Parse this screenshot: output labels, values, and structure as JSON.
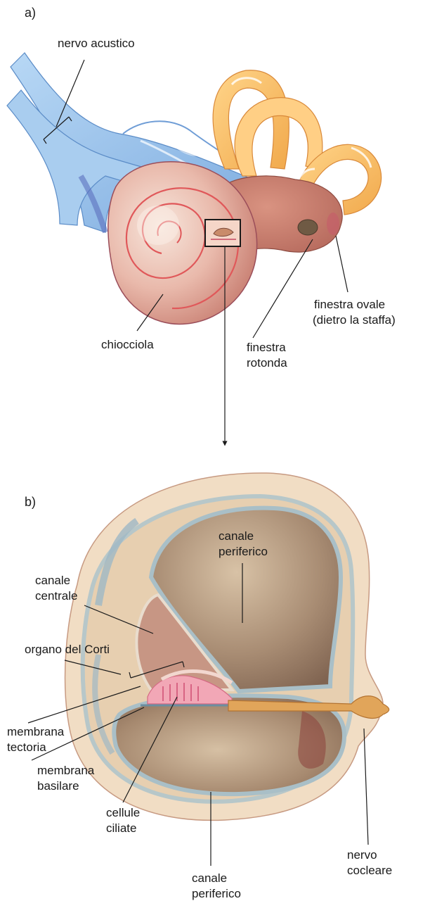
{
  "panel_a": {
    "tag": "a)",
    "labels": {
      "acoustic_nerve": "nervo acustico",
      "cochlea": "chiocciola",
      "round_window_1": "finestra",
      "round_window_2": "rotonda",
      "oval_window_1": "finestra ovale",
      "oval_window_2": "(dietro la staffa)"
    }
  },
  "panel_b": {
    "tag": "b)",
    "labels": {
      "peripheral_top_1": "canale",
      "peripheral_top_2": "periferico",
      "central_1": "canale",
      "central_2": "centrale",
      "corti": "organo del Corti",
      "tectorial_1": "membrana",
      "tectorial_2": "tectoria",
      "basilar_1": "membrana",
      "basilar_2": "basilare",
      "hair_1": "cellule",
      "hair_2": "ciliate",
      "cochlear_nerve_1": "nervo",
      "cochlear_nerve_2": "cocleare",
      "peripheral_bottom_1": "canale",
      "peripheral_bottom_2": "periferico"
    }
  },
  "colors": {
    "nerve": "#9cc4ec",
    "canals": "#f6c36a",
    "cochlea": "#e9b3a6",
    "spiral": "#e0585a",
    "cross_section_bg": "#f1ddc4",
    "chamber": "#a58a72",
    "organ": "#f0a0b0"
  }
}
